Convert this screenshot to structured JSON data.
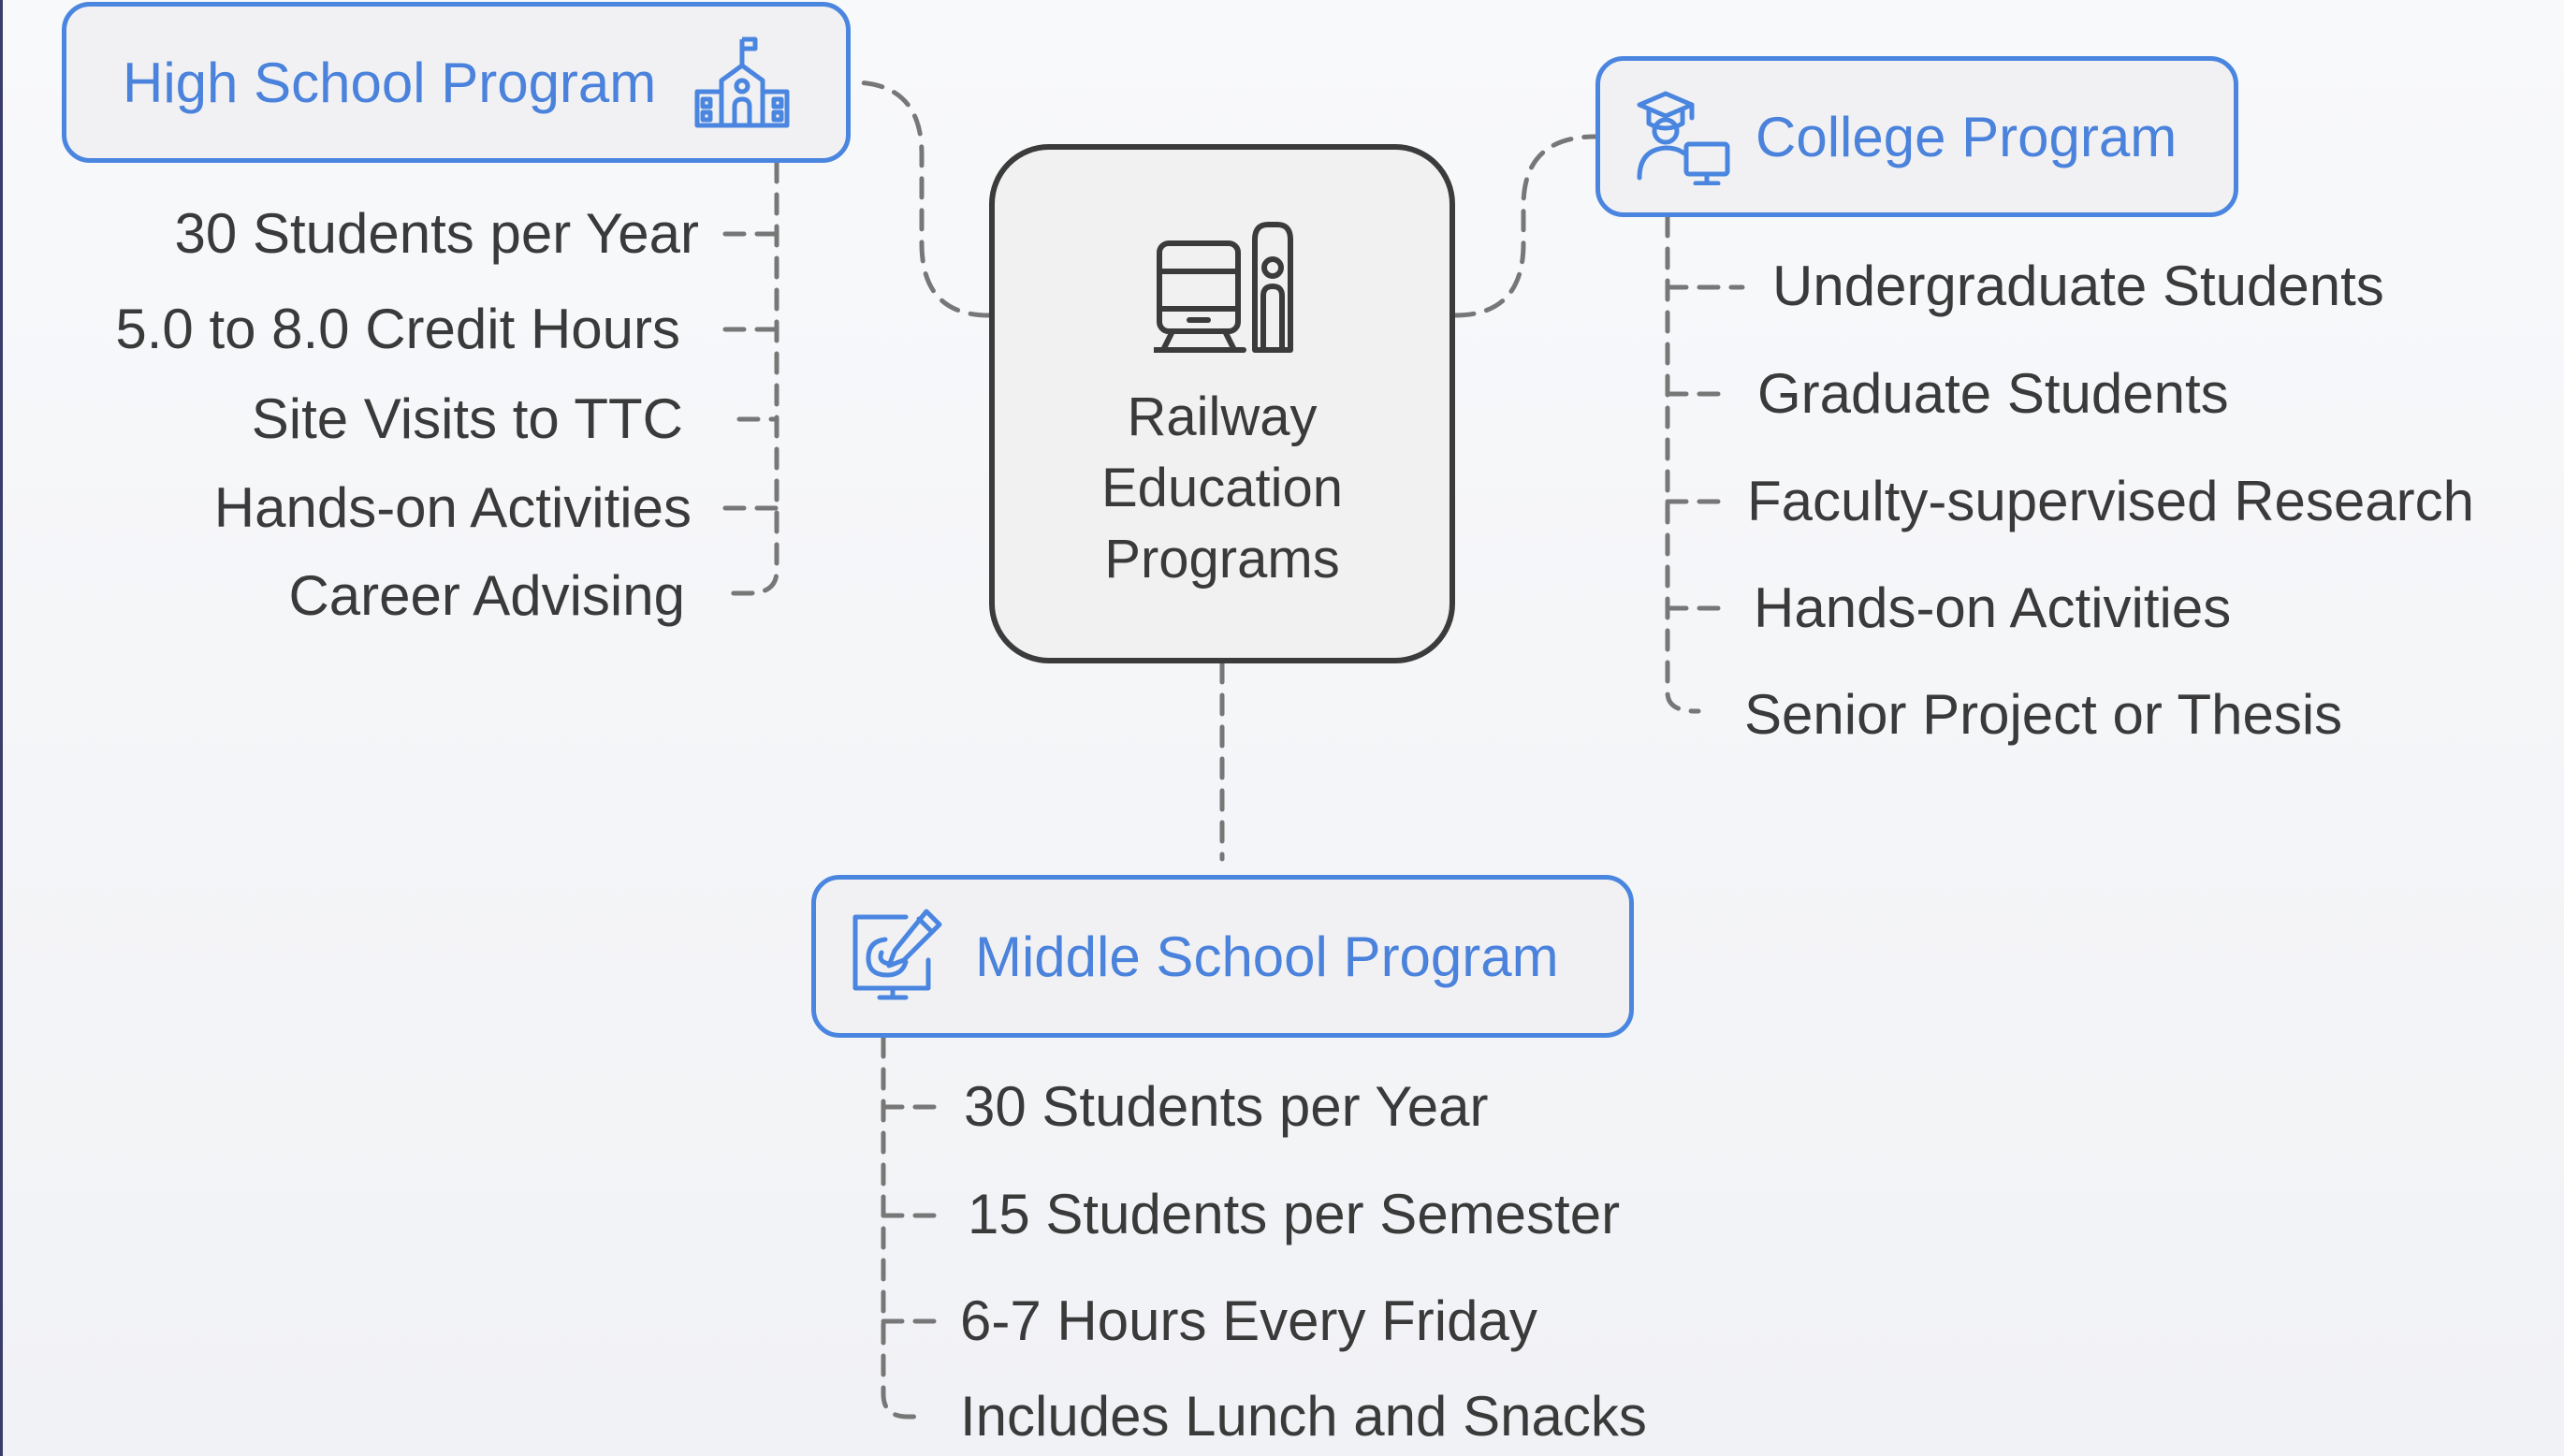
{
  "central": {
    "label": "Railway\nEducation\nPrograms",
    "icon": "train-station-icon"
  },
  "branches": {
    "high_school": {
      "title": "High School Program",
      "icon": "school-building-icon",
      "items": [
        "30 Students per Year",
        "5.0 to 8.0 Credit Hours",
        "Site Visits to TTC",
        "Hands-on Activities",
        "Career Advising"
      ]
    },
    "college": {
      "title": "College Program",
      "icon": "graduate-computer-icon",
      "items": [
        "Undergraduate Students",
        "Graduate Students",
        "Faculty-supervised Research",
        "Hands-on Activities",
        "Senior Project or Thesis"
      ]
    },
    "middle_school": {
      "title": "Middle School Program",
      "icon": "tablet-drawing-icon",
      "items": [
        "30 Students per Year",
        "15 Students per Semester",
        "6-7 Hours Every Friday",
        "Includes Lunch and Snacks"
      ]
    }
  },
  "colors": {
    "accent": "#4a86e0",
    "node_fill": "#f1f1f3",
    "central_border": "#3b3b3b",
    "text": "#3a3a3a",
    "connector": "#777777"
  }
}
